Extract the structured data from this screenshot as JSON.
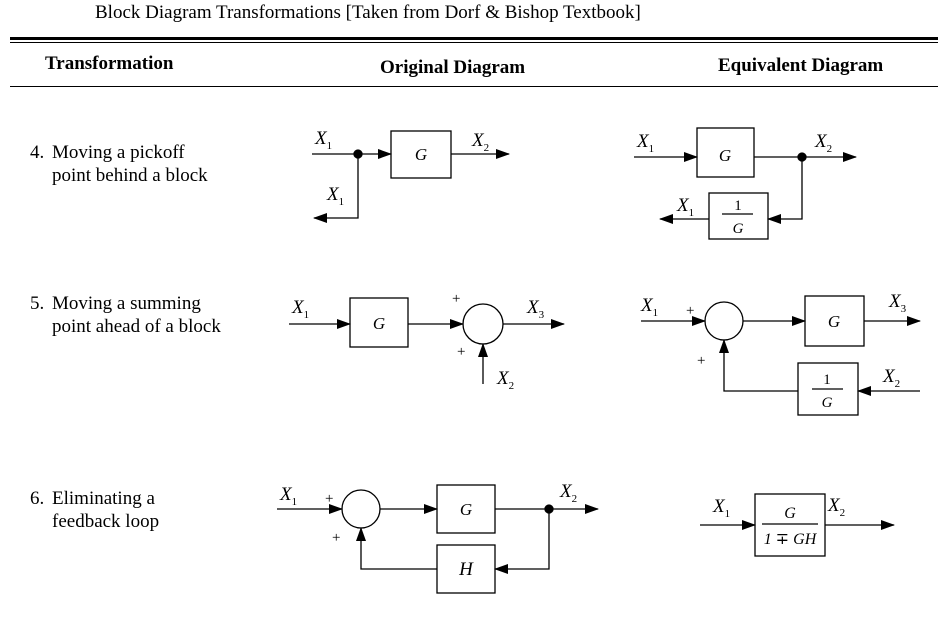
{
  "title": "Block Diagram Transformations [Taken from Dorf & Bishop Textbook]",
  "headers": {
    "transformation": "Transformation",
    "original": "Original Diagram",
    "equivalent": "Equivalent Diagram"
  },
  "rows": [
    {
      "number": "4.",
      "line1": "Moving a pickoff",
      "line2": "point behind a block"
    },
    {
      "number": "5.",
      "line1": "Moving a summing",
      "line2": "point ahead of a block"
    },
    {
      "number": "6.",
      "line1": "Eliminating a",
      "line2": "feedback loop"
    }
  ],
  "symbols": {
    "x": "X",
    "sub1": "1",
    "sub2": "2",
    "sub3": "3",
    "g": "G",
    "h": "H",
    "one": "1",
    "plus": "+",
    "closed_loop_den": "1 ∓ GH"
  }
}
